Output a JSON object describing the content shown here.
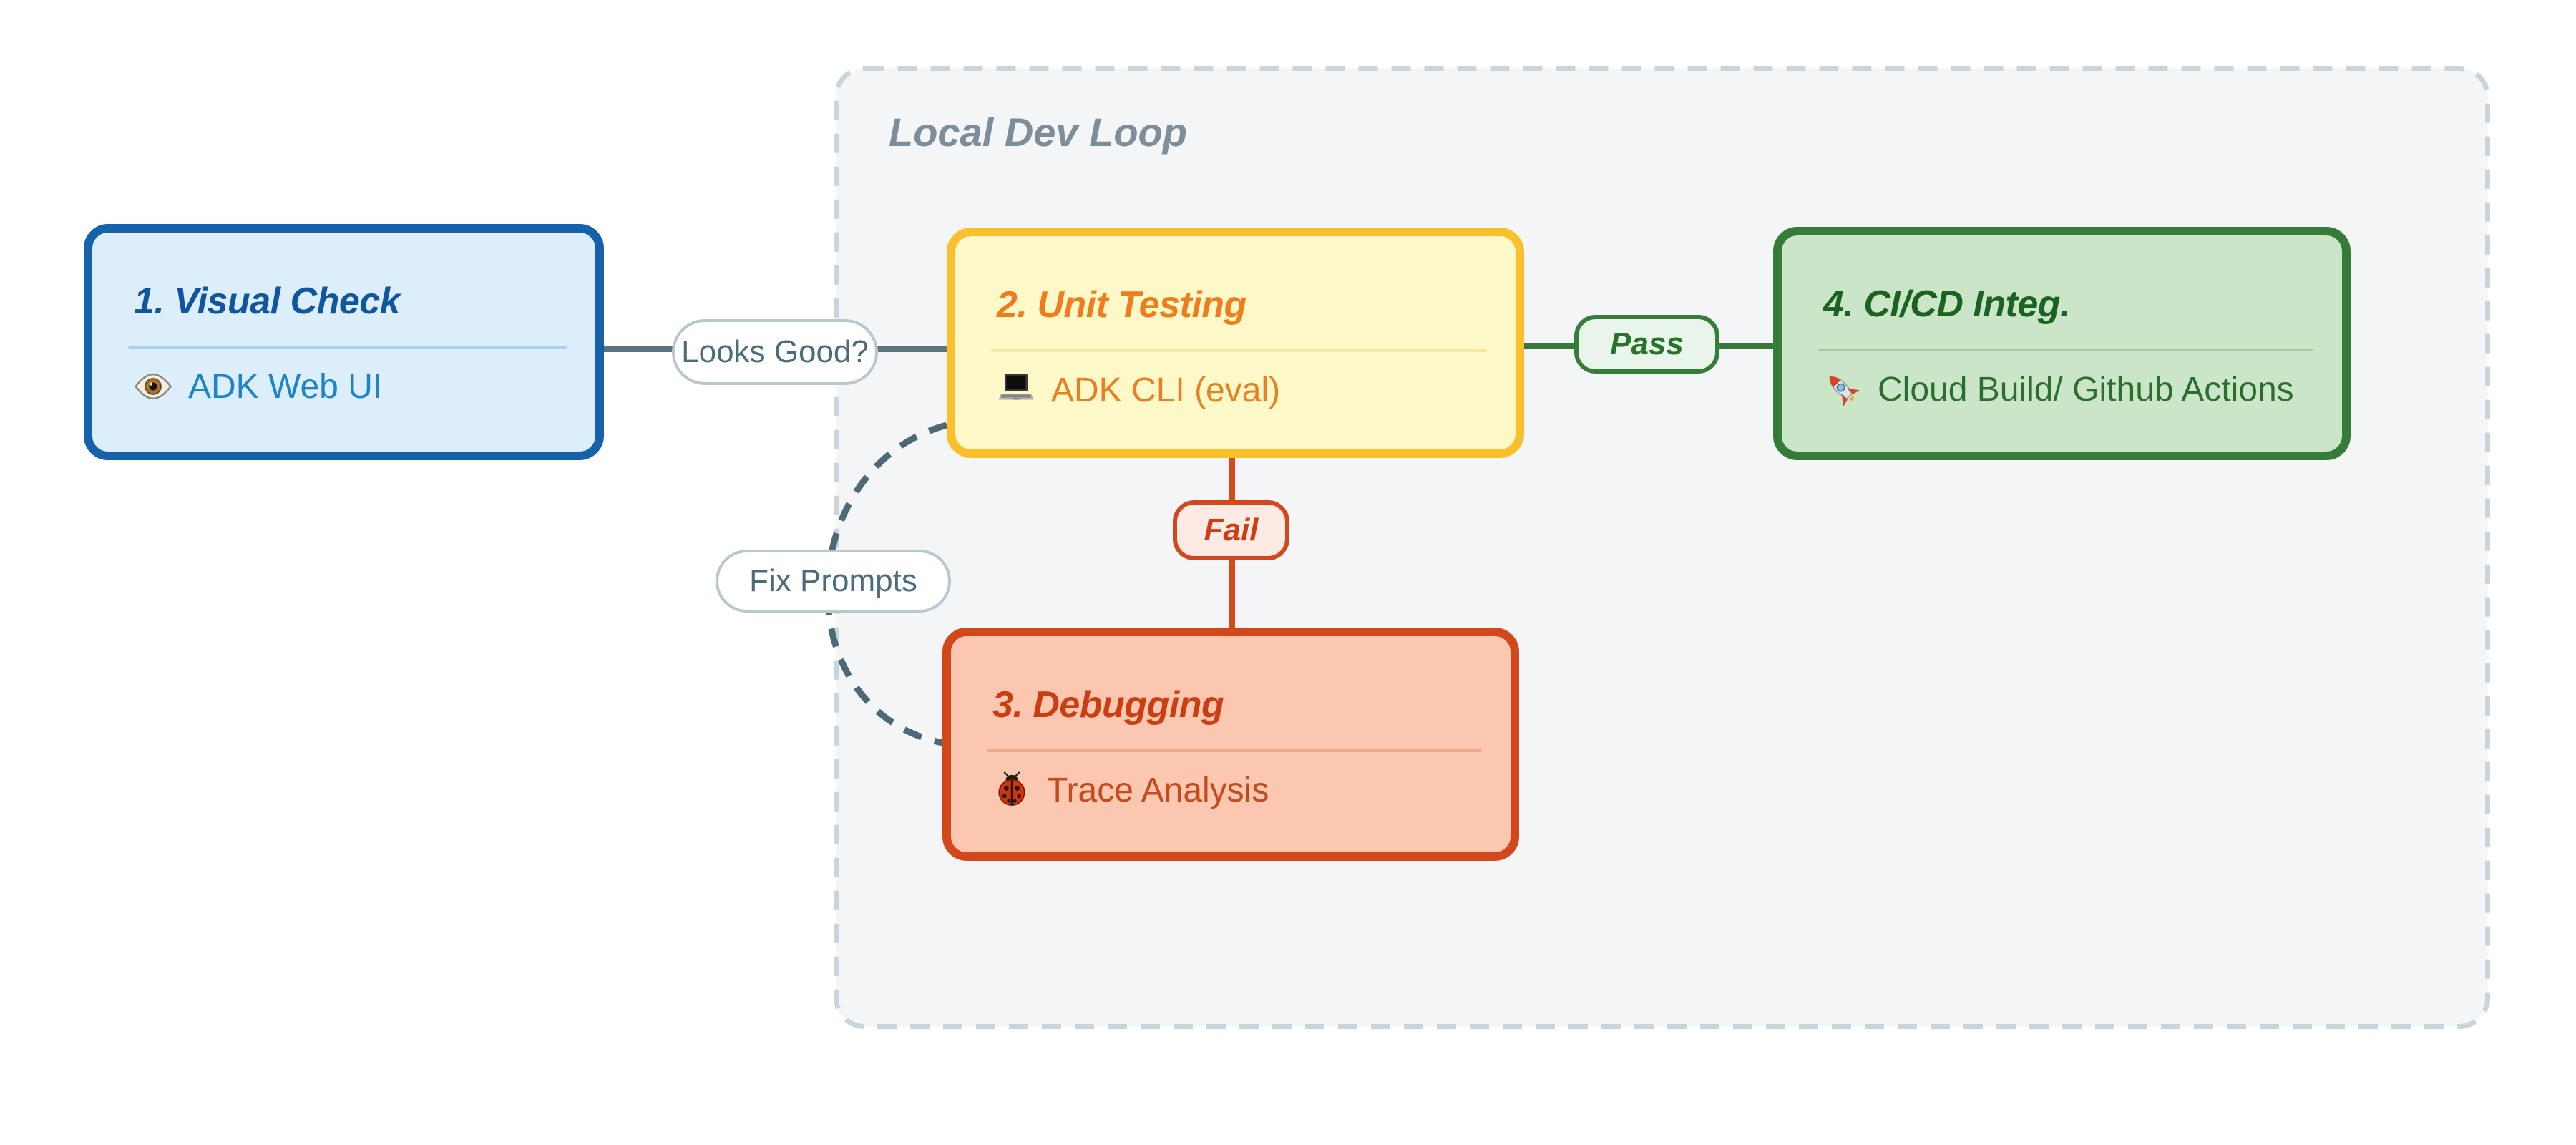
{
  "page": {
    "background": "#ffffff"
  },
  "container": {
    "label": "Local Dev Loop",
    "fill": "#f3f5f7",
    "border_color": "#cad4da",
    "label_color": "#7d8d99"
  },
  "nodes": [
    {
      "id": "visual-check",
      "title": "1. Visual Check",
      "body": "ADK Web UI",
      "icon": "eye-icon",
      "emoji": "👁️",
      "fill": "#dceefa",
      "border": "#1562ab",
      "title_color": "#10569e",
      "body_color": "#1f83c5",
      "divider": "#a8d3ee"
    },
    {
      "id": "unit-testing",
      "title": "2. Unit Testing",
      "body": "ADK CLI (eval)",
      "icon": "laptop-icon",
      "emoji": "💻",
      "fill": "#fdf8c7",
      "border": "#f9c02b",
      "title_color": "#ef7d1d",
      "body_color": "#e87f20",
      "divider": "#f6e7a2"
    },
    {
      "id": "debugging",
      "title": "3. Debugging",
      "body": "Trace Analysis",
      "icon": "ladybug-icon",
      "emoji": "🐞",
      "fill": "#fbc7b0",
      "border": "#d2481c",
      "title_color": "#c93e12",
      "body_color": "#c34b1e",
      "divider": "#f1a88a"
    },
    {
      "id": "cicd",
      "title": "4. CI/CD Integ.",
      "body": "Cloud Build/ Github Actions",
      "icon": "rocket-icon",
      "emoji": "🚀",
      "fill": "#cbe5c8",
      "border": "#347c37",
      "title_color": "#1c6322",
      "body_color": "#2c6e2e",
      "divider": "#a3cba1"
    }
  ],
  "edges": [
    {
      "label": "Looks Good?",
      "from": "visual-check",
      "to": "unit-testing",
      "line_style": "solid",
      "line_color": "#5b7480",
      "label_fill": "#ffffff",
      "label_border_color": "#b9c7ce",
      "label_text_color": "#4d6c7a"
    },
    {
      "label": "Pass",
      "from": "unit-testing",
      "to": "cicd",
      "line_style": "solid",
      "line_color": "#38793b",
      "label_fill": "#e9f5ea",
      "label_border_color": "#367d39",
      "label_text_color": "#28742d"
    },
    {
      "label": "Fail",
      "from": "unit-testing",
      "to": "debugging",
      "line_style": "solid",
      "line_color": "#d4491e",
      "label_fill": "#fdeae5",
      "label_border_color": "#d2481c",
      "label_text_color": "#cd3f13"
    },
    {
      "label": "Fix Prompts",
      "from": "debugging",
      "to": "unit-testing",
      "line_style": "dashed",
      "line_color": "#4d6976",
      "label_fill": "#ffffff",
      "label_border_color": "#b9c7ce",
      "label_text_color": "#4d6c7a"
    }
  ]
}
